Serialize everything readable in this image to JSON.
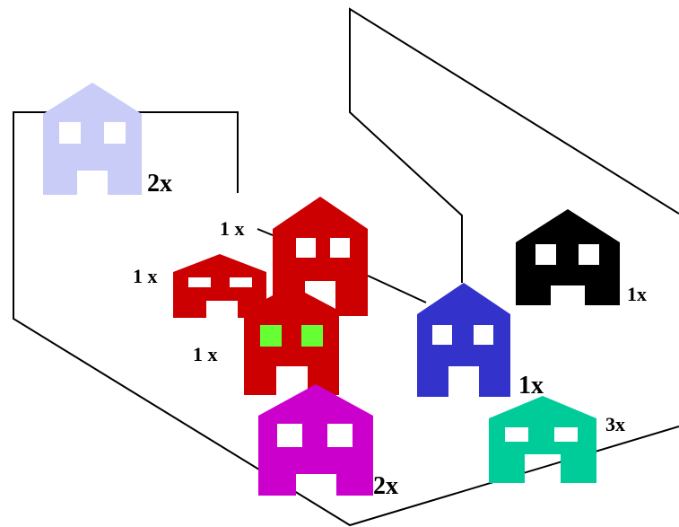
{
  "colors": {
    "lavender": "#c9ccf7",
    "red": "#cc0000",
    "blue": "#3333cc",
    "black": "#000000",
    "magenta": "#cc00cc",
    "teal": "#00cc99",
    "green_window": "#66ff33",
    "white": "#ffffff",
    "line": "#000000"
  },
  "houses": [
    {
      "name": "lavender-house",
      "color": "lavender",
      "label": "2x"
    },
    {
      "name": "red-house-top",
      "color": "red",
      "label": "1 x"
    },
    {
      "name": "red-house-small",
      "color": "red",
      "label": "1 x"
    },
    {
      "name": "red-house-green-windows",
      "color": "red",
      "window_color": "green_window",
      "label": "1 x"
    },
    {
      "name": "blue-house",
      "color": "blue",
      "label": "1x"
    },
    {
      "name": "black-house",
      "color": "black",
      "label": "1x"
    },
    {
      "name": "magenta-house",
      "color": "magenta",
      "label": "2x"
    },
    {
      "name": "teal-house",
      "color": "teal",
      "label": "3x"
    }
  ]
}
